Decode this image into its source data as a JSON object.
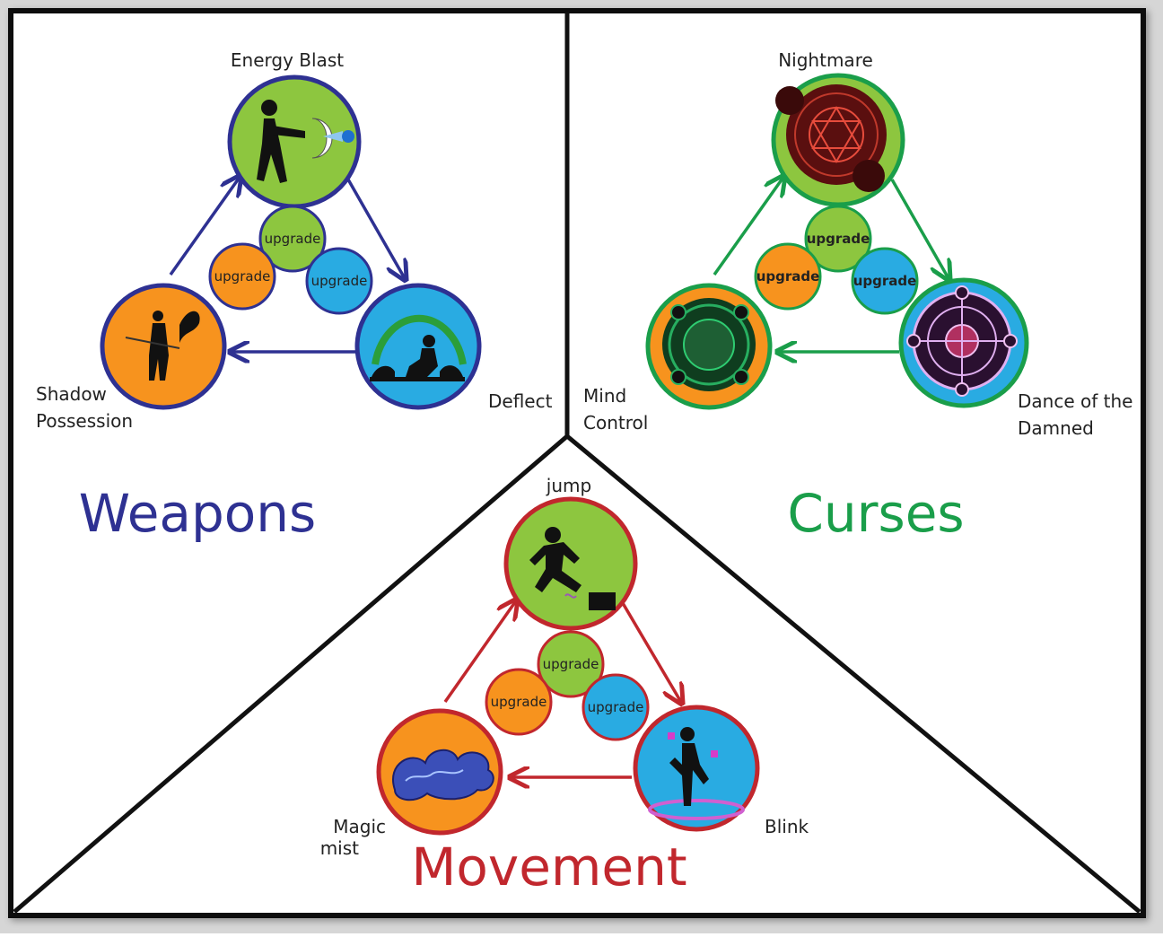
{
  "colors": {
    "weapons": "#2e3192",
    "curses": "#1a9e4a",
    "movement": "#c1272d",
    "green_fill": "#8dc63f",
    "blue_fill": "#29abe2",
    "orange_fill": "#f7931e",
    "frame": "#111111",
    "backdrop": "#d6d6d6"
  },
  "weapons": {
    "title": "Weapons",
    "top_label": "Energy Blast",
    "right_label": "Deflect",
    "left_label_line1": "Shadow",
    "left_label_line2": "Possession",
    "upgrade_top": "upgrade",
    "upgrade_left": "upgrade",
    "upgrade_right": "upgrade",
    "top_icon": "energy-blast-icon",
    "right_icon": "deflect-icon",
    "left_icon": "shadow-possession-icon"
  },
  "curses": {
    "title": "Curses",
    "top_label": "Nightmare",
    "right_label_line1": "Dance of the",
    "right_label_line2": "Damned",
    "left_label_line1": "Mind",
    "left_label_line2": "Control",
    "upgrade_top": "upgrade",
    "upgrade_left": "upgrade",
    "upgrade_right": "upgrade",
    "top_icon": "nightmare-sigil-icon",
    "right_icon": "dance-of-the-damned-sigil-icon",
    "left_icon": "mind-control-sigil-icon"
  },
  "movement": {
    "title": "Movement",
    "top_label": "jump",
    "right_label": "Blink",
    "left_label_line1": "Magic",
    "left_label_line2": "mist",
    "upgrade_top": "upgrade",
    "upgrade_left": "upgrade",
    "upgrade_right": "upgrade",
    "top_icon": "jump-icon",
    "right_icon": "blink-icon",
    "left_icon": "magic-mist-icon"
  }
}
